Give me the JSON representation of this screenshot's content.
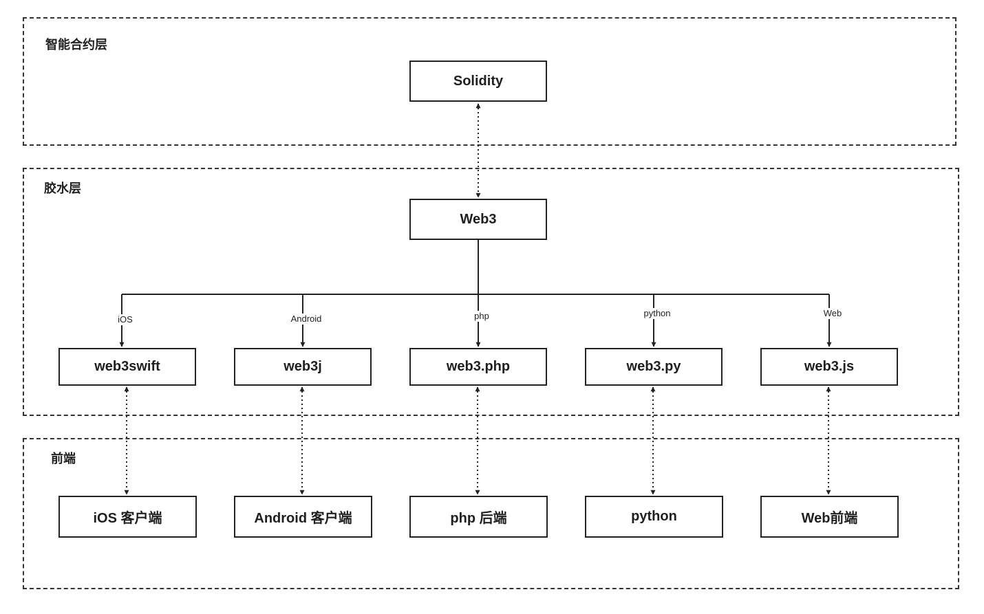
{
  "layers": {
    "contract": {
      "title": "智能合约层"
    },
    "glue": {
      "title": "胶水层"
    },
    "frontend": {
      "title": "前端"
    }
  },
  "nodes": {
    "solidity": "Solidity",
    "web3": "Web3",
    "web3swift": "web3swift",
    "web3j": "web3j",
    "web3php": "web3.php",
    "web3py": "web3.py",
    "web3js": "web3.js",
    "ios_client": "iOS 客户端",
    "android_client": "Android 客户端",
    "php_backend": "php 后端",
    "python_frontend": "python",
    "web_frontend": "Web前端"
  },
  "edge_labels": {
    "ios": "iOS",
    "android": "Android",
    "php": "php",
    "python": "python",
    "web": "Web"
  },
  "colors": {
    "line": "#222222",
    "border": "#333333",
    "background": "#ffffff"
  }
}
